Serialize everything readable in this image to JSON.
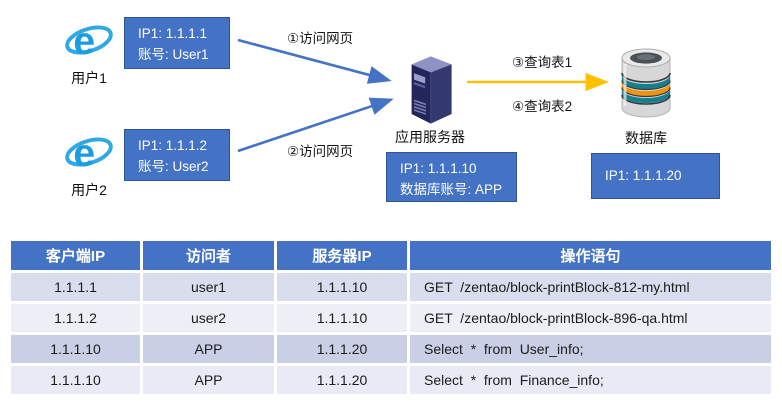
{
  "colors": {
    "accent_blue": "#4472c4",
    "accent_blue_border": "#2f5597",
    "arrow_yellow": "#ffc000",
    "ie_blue": "#1b9be0",
    "server_navy": "#23265a",
    "table_header_bg": "#4472c4",
    "row_band_dark": "#c9cfe5",
    "row_band_light": "#edeff7"
  },
  "diagram": {
    "user1": {
      "label": "用户1",
      "info_line1": "IP1: 1.1.1.1",
      "info_line2": "账号: User1"
    },
    "user2": {
      "label": "用户2",
      "info_line1": "IP1: 1.1.1.2",
      "info_line2": "账号: User2"
    },
    "arrow1_label": "①访问网页",
    "arrow2_label": "②访问网页",
    "arrow3_label": "③查询表1",
    "arrow4_label": "④查询表2",
    "server": {
      "label": "应用服务器",
      "info_line1": "IP1: 1.1.1.10",
      "info_line2": "数据库账号: APP"
    },
    "database": {
      "label": "数据库",
      "info_line1": "IP1: 1.1.1.20"
    },
    "icons": {
      "user": "ie-browser-icon",
      "server": "server-tower-icon",
      "database": "database-cylinder-icon"
    }
  },
  "table": {
    "headers": [
      "客户端IP",
      "访问者",
      "服务器IP",
      "操作语句"
    ],
    "rows": [
      [
        "1.1.1.1",
        "user1",
        "1.1.1.10",
        "GET  /zentao/block-printBlock-812-my.html"
      ],
      [
        "1.1.1.2",
        "user2",
        "1.1.1.10",
        "GET  /zentao/block-printBlock-896-qa.html"
      ],
      [
        "1.1.1.10",
        "APP",
        "1.1.1.20",
        "Select  *  from  User_info;"
      ],
      [
        "1.1.1.10",
        "APP",
        "1.1.1.20",
        "Select  *  from  Finance_info;"
      ]
    ]
  }
}
